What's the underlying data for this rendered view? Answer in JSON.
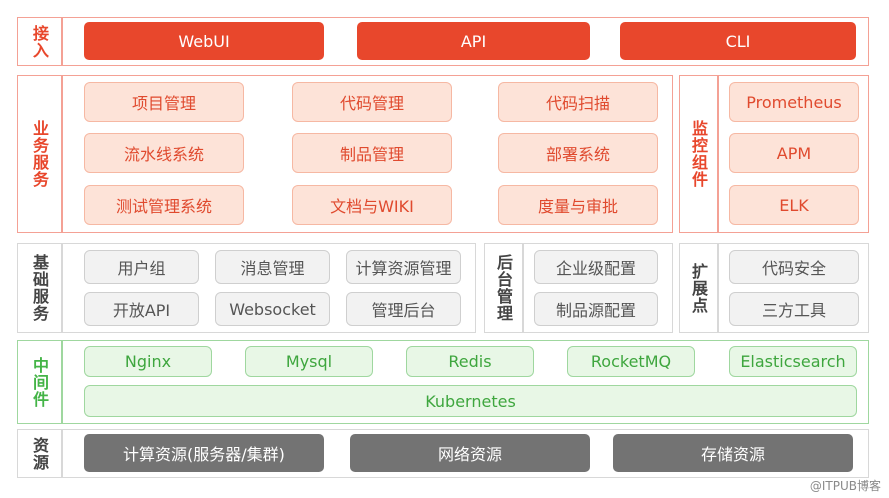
{
  "access": {
    "label": "接入",
    "items": [
      "WebUI",
      "API",
      "CLI"
    ]
  },
  "business": {
    "label": "业务服务",
    "items": [
      "项目管理",
      "代码管理",
      "代码扫描",
      "流水线系统",
      "制品管理",
      "部署系统",
      "测试管理系统",
      "文档与WIKI",
      "度量与审批"
    ]
  },
  "monitor": {
    "label": "监控组件",
    "items": [
      "Prometheus",
      "APM",
      "ELK"
    ]
  },
  "base": {
    "label": "基础服务",
    "items": [
      "用户组",
      "消息管理",
      "计算资源管理",
      "开放API",
      "Websocket",
      "管理后台"
    ]
  },
  "admin": {
    "label": "后台管理",
    "items": [
      "企业级配置",
      "制品源配置"
    ]
  },
  "extension": {
    "label": "扩展点",
    "items": [
      "代码安全",
      "三方工具"
    ]
  },
  "middleware": {
    "label": "中间件",
    "items": [
      "Nginx",
      "Mysql",
      "Redis",
      "RocketMQ",
      "Elasticsearch"
    ],
    "platform": "Kubernetes"
  },
  "resources": {
    "label": "资源",
    "items": [
      "计算资源(服务器/集群)",
      "网络资源",
      "存储资源"
    ]
  },
  "watermark": "@ITPUB博客",
  "colors": {
    "accent_red": "#e8472c",
    "light_red": "#fde3d8",
    "accent_green": "#44b447",
    "light_green": "#e8f7e6",
    "gray_box": "#f2f2f2",
    "resource_gray": "#737373"
  }
}
